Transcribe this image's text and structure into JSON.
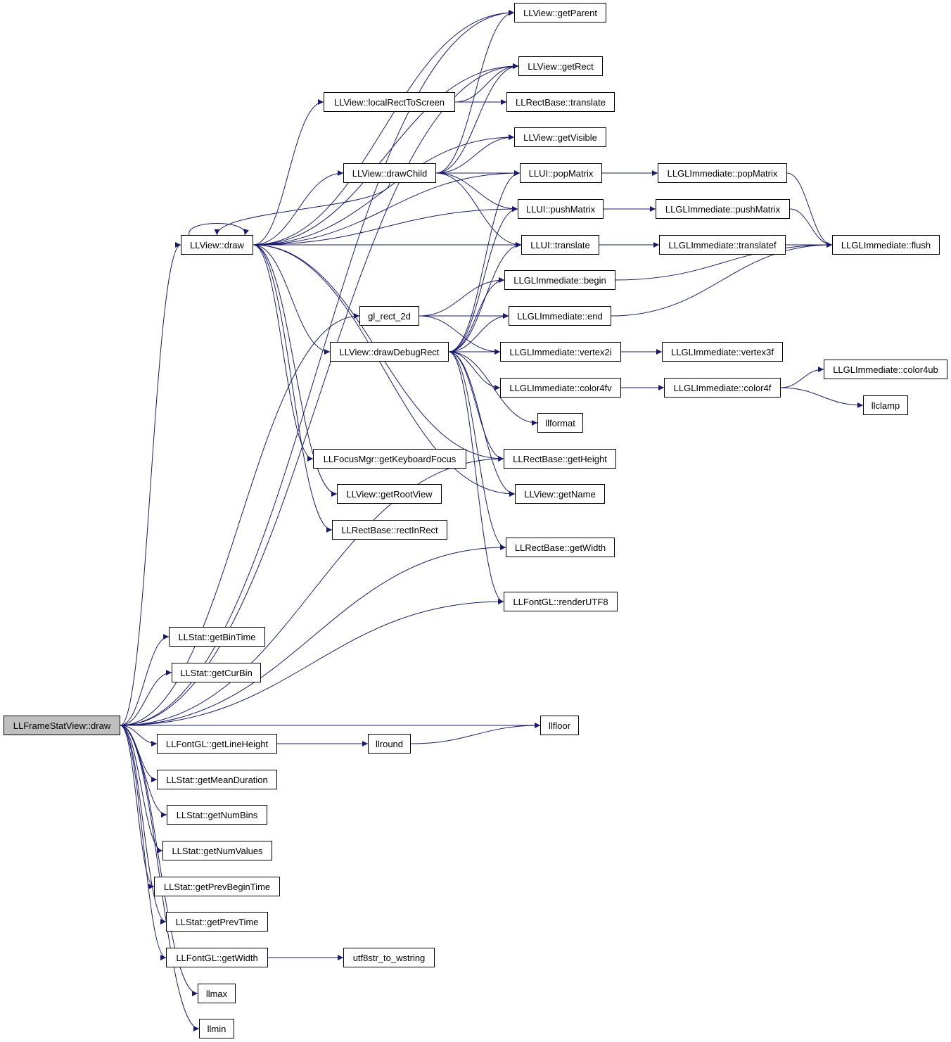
{
  "diagram": {
    "type": "call-graph",
    "colors": {
      "edge": "#191970",
      "node_border": "#000000",
      "node_fill": "#ffffff",
      "root_fill": "#bfbfbf"
    },
    "nodes": [
      {
        "id": "frame_draw",
        "label": "LLFrameStatView::draw",
        "root": true
      },
      {
        "id": "view_getParent",
        "label": "LLView::getParent"
      },
      {
        "id": "view_getRect",
        "label": "LLView::getRect"
      },
      {
        "id": "view_localRectToScreen",
        "label": "LLView::localRectToScreen"
      },
      {
        "id": "rectbase_translate",
        "label": "LLRectBase::translate"
      },
      {
        "id": "view_getVisible",
        "label": "LLView::getVisible"
      },
      {
        "id": "view_drawChild",
        "label": "LLView::drawChild"
      },
      {
        "id": "llui_popMatrix",
        "label": "LLUI::popMatrix"
      },
      {
        "id": "gli_popMatrix",
        "label": "LLGLImmediate::popMatrix"
      },
      {
        "id": "llui_pushMatrix",
        "label": "LLUI::pushMatrix"
      },
      {
        "id": "gli_pushMatrix",
        "label": "LLGLImmediate::pushMatrix"
      },
      {
        "id": "view_draw",
        "label": "LLView::draw"
      },
      {
        "id": "llui_translate",
        "label": "LLUI::translate"
      },
      {
        "id": "gli_translatef",
        "label": "LLGLImmediate::translatef"
      },
      {
        "id": "gli_flush",
        "label": "LLGLImmediate::flush"
      },
      {
        "id": "gli_begin",
        "label": "LLGLImmediate::begin"
      },
      {
        "id": "gl_rect_2d",
        "label": "gl_rect_2d"
      },
      {
        "id": "gli_end",
        "label": "LLGLImmediate::end"
      },
      {
        "id": "view_drawDebugRect",
        "label": "LLView::drawDebugRect"
      },
      {
        "id": "gli_vertex2i",
        "label": "LLGLImmediate::vertex2i"
      },
      {
        "id": "gli_vertex3f",
        "label": "LLGLImmediate::vertex3f"
      },
      {
        "id": "gli_color4ub",
        "label": "LLGLImmediate::color4ub"
      },
      {
        "id": "gli_color4fv",
        "label": "LLGLImmediate::color4fv"
      },
      {
        "id": "gli_color4f",
        "label": "LLGLImmediate::color4f"
      },
      {
        "id": "llclamp",
        "label": "llclamp"
      },
      {
        "id": "llformat",
        "label": "llformat"
      },
      {
        "id": "focus_getKeyboardFocus",
        "label": "LLFocusMgr::getKeyboardFocus"
      },
      {
        "id": "rectbase_getHeight",
        "label": "LLRectBase::getHeight"
      },
      {
        "id": "view_getRootView",
        "label": "LLView::getRootView"
      },
      {
        "id": "view_getName",
        "label": "LLView::getName"
      },
      {
        "id": "rectbase_rectInRect",
        "label": "LLRectBase::rectInRect"
      },
      {
        "id": "rectbase_getWidth",
        "label": "LLRectBase::getWidth"
      },
      {
        "id": "font_renderUTF8",
        "label": "LLFontGL::renderUTF8"
      },
      {
        "id": "stat_getBinTime",
        "label": "LLStat::getBinTime"
      },
      {
        "id": "stat_getCurBin",
        "label": "LLStat::getCurBin"
      },
      {
        "id": "llfloor",
        "label": "llfloor"
      },
      {
        "id": "font_getLineHeight",
        "label": "LLFontGL::getLineHeight"
      },
      {
        "id": "llround",
        "label": "llround"
      },
      {
        "id": "stat_getMeanDuration",
        "label": "LLStat::getMeanDuration"
      },
      {
        "id": "stat_getNumBins",
        "label": "LLStat::getNumBins"
      },
      {
        "id": "stat_getNumValues",
        "label": "LLStat::getNumValues"
      },
      {
        "id": "stat_getPrevBeginTime",
        "label": "LLStat::getPrevBeginTime"
      },
      {
        "id": "stat_getPrevTime",
        "label": "LLStat::getPrevTime"
      },
      {
        "id": "font_getWidth",
        "label": "LLFontGL::getWidth"
      },
      {
        "id": "utf8str_to_wstring",
        "label": "utf8str_to_wstring"
      },
      {
        "id": "llmax",
        "label": "llmax"
      },
      {
        "id": "llmin",
        "label": "llmin"
      }
    ],
    "edges": [
      [
        "frame_draw",
        "view_getParent"
      ],
      [
        "frame_draw",
        "view_getRect"
      ],
      [
        "frame_draw",
        "view_draw"
      ],
      [
        "frame_draw",
        "gl_rect_2d"
      ],
      [
        "frame_draw",
        "rectbase_getHeight"
      ],
      [
        "frame_draw",
        "rectbase_getWidth"
      ],
      [
        "frame_draw",
        "font_renderUTF8"
      ],
      [
        "frame_draw",
        "stat_getBinTime"
      ],
      [
        "frame_draw",
        "stat_getCurBin"
      ],
      [
        "frame_draw",
        "llfloor"
      ],
      [
        "frame_draw",
        "font_getLineHeight"
      ],
      [
        "frame_draw",
        "stat_getMeanDuration"
      ],
      [
        "frame_draw",
        "stat_getNumBins"
      ],
      [
        "frame_draw",
        "stat_getNumValues"
      ],
      [
        "frame_draw",
        "stat_getPrevBeginTime"
      ],
      [
        "frame_draw",
        "stat_getPrevTime"
      ],
      [
        "frame_draw",
        "font_getWidth"
      ],
      [
        "frame_draw",
        "llmax"
      ],
      [
        "frame_draw",
        "llmin"
      ],
      [
        "view_draw",
        "view_draw"
      ],
      [
        "view_draw",
        "view_getParent"
      ],
      [
        "view_draw",
        "view_getRect"
      ],
      [
        "view_draw",
        "view_localRectToScreen"
      ],
      [
        "view_draw",
        "view_getVisible"
      ],
      [
        "view_draw",
        "view_drawChild"
      ],
      [
        "view_draw",
        "llui_popMatrix"
      ],
      [
        "view_draw",
        "llui_pushMatrix"
      ],
      [
        "view_draw",
        "llui_translate"
      ],
      [
        "view_draw",
        "view_drawDebugRect"
      ],
      [
        "view_draw",
        "focus_getKeyboardFocus"
      ],
      [
        "view_draw",
        "view_getRootView"
      ],
      [
        "view_draw",
        "rectbase_rectInRect"
      ],
      [
        "view_draw",
        "rectbase_getHeight"
      ],
      [
        "view_draw",
        "view_getName"
      ],
      [
        "view_localRectToScreen",
        "view_getRect"
      ],
      [
        "view_localRectToScreen",
        "rectbase_translate"
      ],
      [
        "view_drawChild",
        "view_getParent"
      ],
      [
        "view_drawChild",
        "view_getRect"
      ],
      [
        "view_drawChild",
        "view_getVisible"
      ],
      [
        "view_drawChild",
        "llui_popMatrix"
      ],
      [
        "view_drawChild",
        "llui_pushMatrix"
      ],
      [
        "view_drawChild",
        "llui_translate"
      ],
      [
        "view_drawChild",
        "view_draw"
      ],
      [
        "llui_popMatrix",
        "gli_popMatrix"
      ],
      [
        "llui_pushMatrix",
        "gli_pushMatrix"
      ],
      [
        "llui_translate",
        "gli_translatef"
      ],
      [
        "gli_popMatrix",
        "gli_flush"
      ],
      [
        "gli_pushMatrix",
        "gli_flush"
      ],
      [
        "gli_translatef",
        "gli_flush"
      ],
      [
        "gli_begin",
        "gli_flush"
      ],
      [
        "gli_end",
        "gli_flush"
      ],
      [
        "gl_rect_2d",
        "gli_begin"
      ],
      [
        "gl_rect_2d",
        "gli_end"
      ],
      [
        "gl_rect_2d",
        "gli_vertex2i"
      ],
      [
        "view_drawDebugRect",
        "llui_popMatrix"
      ],
      [
        "view_drawDebugRect",
        "llui_pushMatrix"
      ],
      [
        "view_drawDebugRect",
        "llui_translate"
      ],
      [
        "view_drawDebugRect",
        "gli_begin"
      ],
      [
        "view_drawDebugRect",
        "gli_end"
      ],
      [
        "view_drawDebugRect",
        "gli_vertex2i"
      ],
      [
        "view_drawDebugRect",
        "gli_color4fv"
      ],
      [
        "view_drawDebugRect",
        "llformat"
      ],
      [
        "view_drawDebugRect",
        "rectbase_getHeight"
      ],
      [
        "view_drawDebugRect",
        "view_getName"
      ],
      [
        "view_drawDebugRect",
        "rectbase_getWidth"
      ],
      [
        "view_drawDebugRect",
        "font_renderUTF8"
      ],
      [
        "gli_vertex2i",
        "gli_vertex3f"
      ],
      [
        "gli_color4fv",
        "gli_color4f"
      ],
      [
        "gli_color4f",
        "gli_color4ub"
      ],
      [
        "gli_color4f",
        "llclamp"
      ],
      [
        "font_getLineHeight",
        "llround"
      ],
      [
        "llround",
        "llfloor"
      ],
      [
        "font_getWidth",
        "utf8str_to_wstring"
      ]
    ]
  }
}
